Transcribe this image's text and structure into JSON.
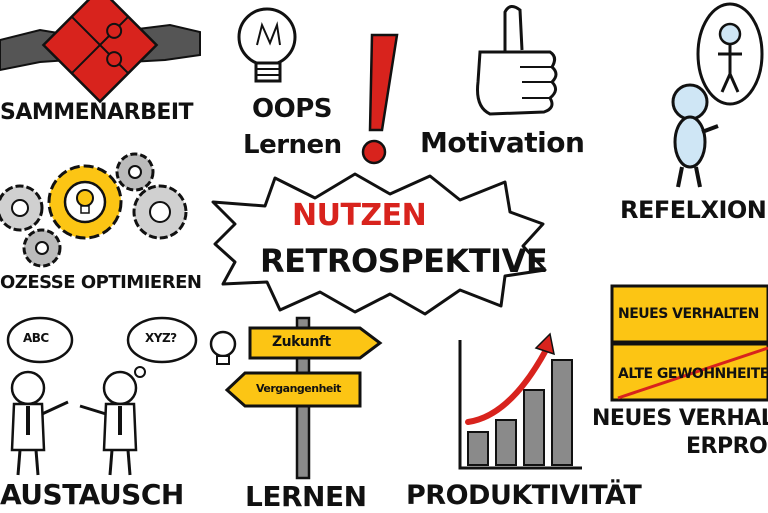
{
  "center": {
    "title_red": "NUTZEN",
    "title_black": "RETROSPEKTIVE"
  },
  "labels": {
    "zusammenarbeit": "SAMMENARBEIT",
    "oops": "OOPS",
    "lernen_small": "Lernen",
    "motivation": "Motivation",
    "refelxion": "REFELXION",
    "prozesse": "OZESSE OPTIMIEREN",
    "austausch": "AUSTAUSCH",
    "lernen": "LERNEN",
    "produktivitaet": "PRODUKTIVITÄT",
    "neues_verhalten_line1": "NEUES VERHALTE",
    "neues_verhalten_line2": "ERPROB"
  },
  "bubbles": {
    "left": "ABC",
    "right": "XYZ?"
  },
  "signpost": {
    "future": "Zukunft",
    "past": "Vergangenheit"
  },
  "board": {
    "top": "NEUES VERHALTEN",
    "bottom": "ALTE GEWOHNHEITE"
  },
  "colors": {
    "red": "#d8231d",
    "yellow": "#fcc514",
    "gray": "#8a8a8a",
    "light_blue": "#cfe6f5",
    "black": "#111111"
  },
  "icons": [
    "puzzle-icon",
    "lightbulb-icon",
    "exclamation-icon",
    "thumbs-up-icon",
    "stick-figure-icon",
    "gears-icon",
    "speech-bubble-icon",
    "signpost-icon",
    "bar-chart-icon",
    "sign-board-icon"
  ]
}
